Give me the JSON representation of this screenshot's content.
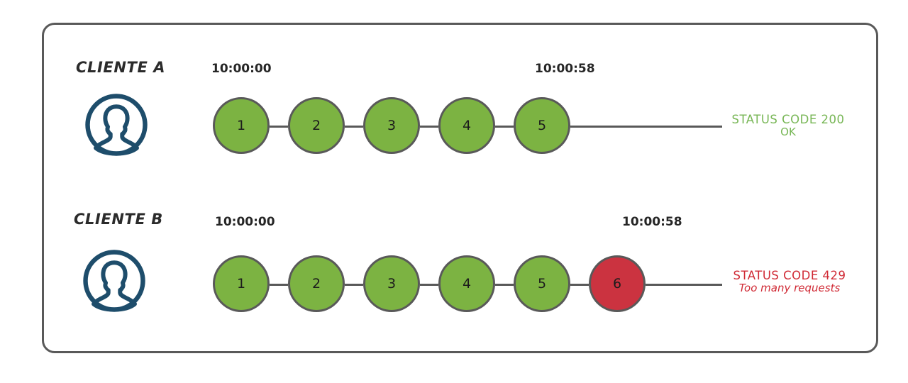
{
  "panel": {
    "border_color": "#595959"
  },
  "colors": {
    "node_ok": "#7CB342",
    "node_fail": "#CB3340",
    "node_border": "#595959",
    "avatar": "#1E4D6B",
    "status_ok_text": "#77B655",
    "status_fail_text": "#D02A35",
    "line": "#595959"
  },
  "rows": [
    {
      "client_label": "CLIENTE A",
      "avatar_icon": "user-avatar-icon",
      "start_time": "10:00:00",
      "end_time": "10:00:58",
      "nodes": [
        {
          "label": "1",
          "state": "ok"
        },
        {
          "label": "2",
          "state": "ok"
        },
        {
          "label": "3",
          "state": "ok"
        },
        {
          "label": "4",
          "state": "ok"
        },
        {
          "label": "5",
          "state": "ok"
        }
      ],
      "status": {
        "line1": "STATUS CODE 200",
        "line2": "OK",
        "state": "ok"
      }
    },
    {
      "client_label": "CLIENTE B",
      "avatar_icon": "user-avatar-icon",
      "start_time": "10:00:00",
      "end_time": "10:00:58",
      "nodes": [
        {
          "label": "1",
          "state": "ok"
        },
        {
          "label": "2",
          "state": "ok"
        },
        {
          "label": "3",
          "state": "ok"
        },
        {
          "label": "4",
          "state": "ok"
        },
        {
          "label": "5",
          "state": "ok"
        },
        {
          "label": "6",
          "state": "fail"
        }
      ],
      "status": {
        "line1": "STATUS CODE 429",
        "line2": "Too many requests",
        "state": "fail"
      }
    }
  ]
}
